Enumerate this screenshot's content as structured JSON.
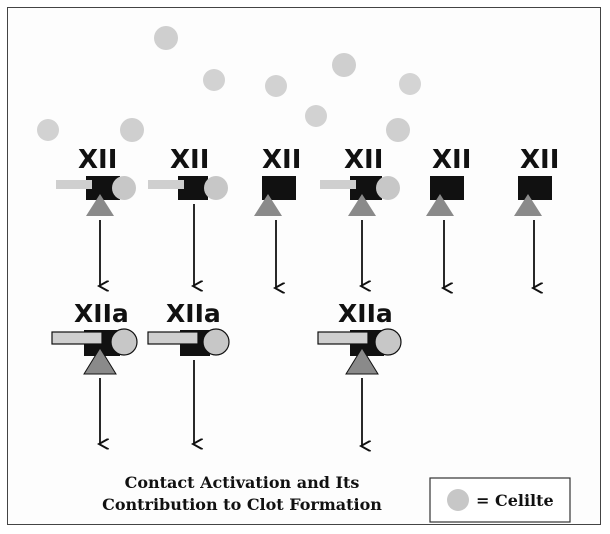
{
  "diagram": {
    "factor_label": "XII",
    "activated_label": "XIIa",
    "caption_line1": "Contact Activation and Its",
    "caption_line2": "Contribution to Clot Formation",
    "legend_text": "= Celilte",
    "legend_icon": "celite-particle-circle"
  },
  "colors": {
    "celite": "#c7c7c7",
    "factor_block": "#111111",
    "triangle": "#8a8a8a",
    "bar": "#cfcfcf"
  }
}
